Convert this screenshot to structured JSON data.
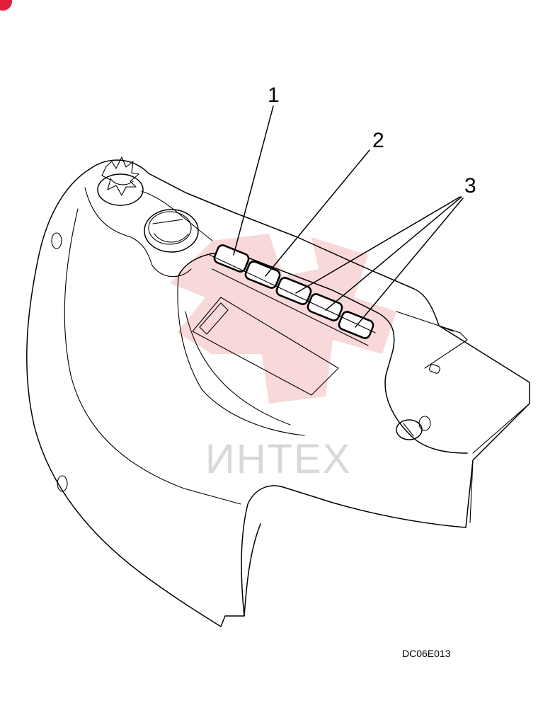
{
  "callouts": [
    "1",
    "2",
    "3"
  ],
  "drawing_code": "DC06E013",
  "watermark": {
    "text": "ИНТЕХ",
    "logo_color": "#f2b8b8",
    "text_color": "#d8d8d8"
  },
  "corner_mark_color": "#e0203a",
  "icons": [
    "engine-control-dial-icon",
    "switch-button-icon",
    "ignition-key-icon",
    "throttle-knob-icon"
  ]
}
